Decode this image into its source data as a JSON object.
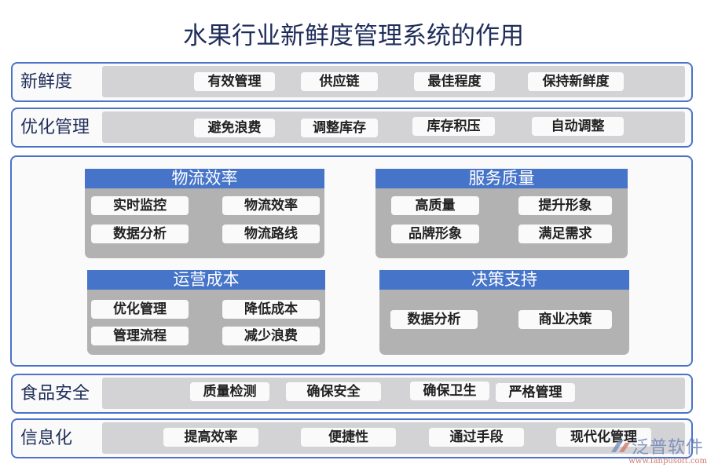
{
  "title": "水果行业新鲜度管理系统的作用",
  "rows": [
    {
      "label": "新鲜度",
      "items": [
        "有效管理",
        "供应链",
        "最佳程度",
        "保持新鲜度"
      ]
    },
    {
      "label": "优化管理",
      "items": [
        "避免浪费",
        "调整库存",
        "库存积压",
        "自动调整"
      ]
    },
    {
      "label": "食品安全",
      "items": [
        "质量检测",
        "确保安全",
        "确保卫生",
        "严格管理"
      ]
    },
    {
      "label": "信息化",
      "items": [
        "提高效率",
        "便捷性",
        "通过手段",
        "现代化管理"
      ]
    }
  ],
  "quadrants": [
    {
      "title": "物流效率",
      "items": [
        "实时监控",
        "物流效率",
        "数据分析",
        "物流路线"
      ]
    },
    {
      "title": "服务质量",
      "items": [
        "高质量",
        "提升形象",
        "品牌形象",
        "满足需求"
      ]
    },
    {
      "title": "运营成本",
      "items": [
        "优化管理",
        "降低成本",
        "管理流程",
        "减少浪费"
      ]
    },
    {
      "title": "决策支持",
      "items": [
        "数据分析",
        "商业决策"
      ]
    }
  ],
  "colors": {
    "border": "#4a72c8",
    "header": "#4674c9",
    "row_bar": "#d3d3d5",
    "quad_body": "#b2b2b2",
    "title_text": "#1f2d5a"
  },
  "watermark": {
    "brand": "泛普软件",
    "url": "www.fanpusoft.com"
  }
}
